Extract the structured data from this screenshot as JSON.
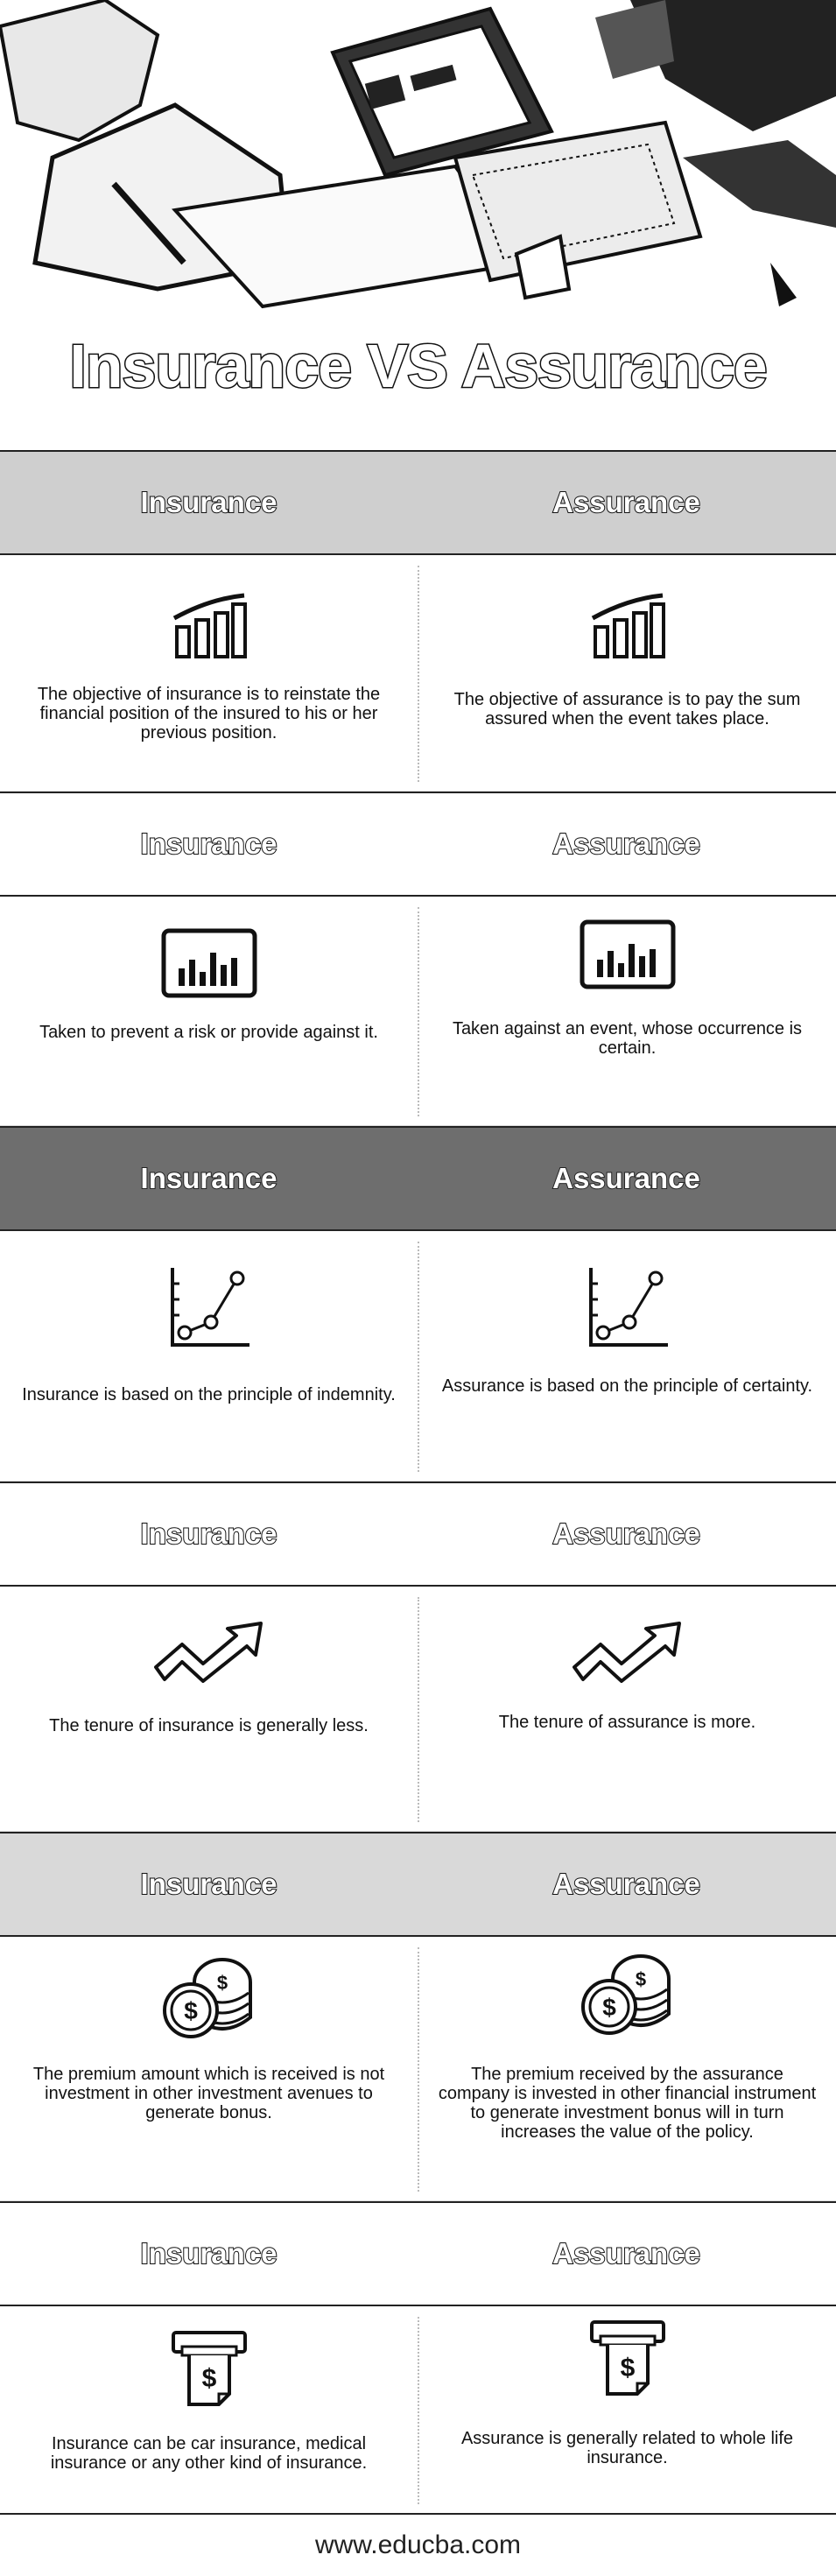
{
  "title": "Insurance VS Assurance",
  "footer": "www.educba.com",
  "sections": [
    {
      "left_header": "Insurance",
      "right_header": "Assurance",
      "left_icon": "bar-chart-icon",
      "right_icon": "bar-chart-icon",
      "left_text": "The objective of insurance is to reinstate the financial position of the insured to his or her previous position.",
      "right_text": "The objective of assurance is to pay the sum assured when the event takes place."
    },
    {
      "left_header": "Insurance",
      "right_header": "Assurance",
      "left_icon": "monitor-chart-icon",
      "right_icon": "monitor-chart-icon",
      "left_text": "Taken to prevent a risk or provide against it.",
      "right_text": "Taken against an event, whose occurrence is certain."
    },
    {
      "left_header": "Insurance",
      "right_header": "Assurance",
      "left_icon": "line-graph-icon",
      "right_icon": "line-graph-icon",
      "left_text": "Insurance is based on the principle of indemnity.",
      "right_text": "Assurance is based on the principle of certainty."
    },
    {
      "left_header": "Insurance",
      "right_header": "Assurance",
      "left_icon": "trend-arrow-icon",
      "right_icon": "trend-arrow-icon",
      "left_text": "The tenure of insurance is generally less.",
      "right_text": "The tenure of assurance is more."
    },
    {
      "left_header": "Insurance",
      "right_header": "Assurance",
      "left_icon": "coins-icon",
      "right_icon": "coins-icon",
      "left_text": "The premium amount which is received is not investment in other investment avenues to generate bonus.",
      "right_text": "The premium received by the assurance company is invested in other financial instrument to generate investment bonus will in turn increases the value of the policy."
    },
    {
      "left_header": "Insurance",
      "right_header": "Assurance",
      "left_icon": "atm-cash-icon",
      "right_icon": "atm-cash-icon",
      "left_text": "Insurance can be car insurance, medical insurance or any other kind of insurance.",
      "right_text": "Assurance is generally related to whole life insurance."
    }
  ]
}
